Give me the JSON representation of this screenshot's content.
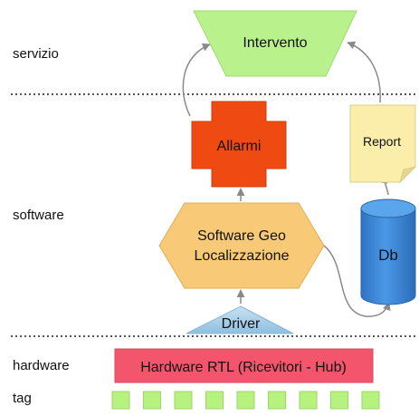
{
  "layers": {
    "service": "servizio",
    "software": "software",
    "hardware": "hardware",
    "tag": "tag"
  },
  "nodes": {
    "intervention": "Intervento",
    "alarms": "Allarmi",
    "report": "Report",
    "geo_software_line1": "Software Geo",
    "geo_software_line2": "Localizzazione",
    "db": "Db",
    "driver": "Driver",
    "hardware_rtl": "Hardware RTL (Ricevitori - Hub)"
  },
  "tags_count": 9,
  "colors": {
    "intervention_fill": "#b9f28d",
    "alarms_fill": "#ef4a12",
    "report_fill": "#fbeeaa",
    "geo_software_fill": "#f8c976",
    "db_fill": "#3a86d8",
    "driver_fill": "#a8cfe8",
    "hardware_fill": "#f3566c",
    "tag_fill": "#b7f27f",
    "arrow": "#8a8a8a",
    "divider": "#555555"
  }
}
